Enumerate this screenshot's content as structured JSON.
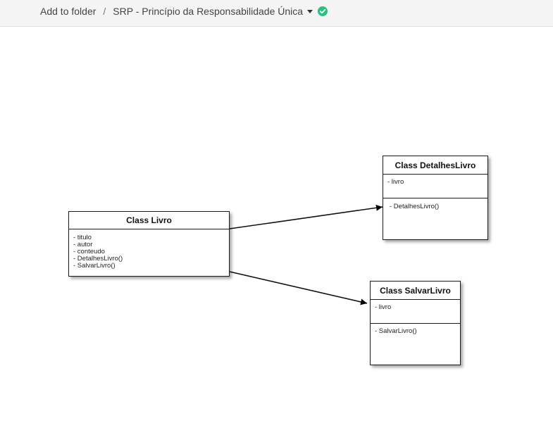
{
  "breadcrumb": {
    "folder_label": "Add to folder",
    "separator": "/",
    "document_title": "SRP - Princípio da Responsabilidade Única",
    "status_color": "#27c27c"
  },
  "diagram": {
    "classes": {
      "livro": {
        "title": "Class Livro",
        "members": [
          "- titulo",
          "- autor",
          "- conteudo",
          "- DetalhesLivro()",
          "- SalvarLivro()"
        ]
      },
      "detalhes": {
        "title": "Class DetalhesLivro",
        "attributes": [
          "- livro"
        ],
        "methods": [
          "- DetalhesLivro()"
        ]
      },
      "salvar": {
        "title": "Class SalvarLivro",
        "attributes": [
          "- livro"
        ],
        "methods": [
          "- SalvarLivro()"
        ]
      }
    }
  }
}
